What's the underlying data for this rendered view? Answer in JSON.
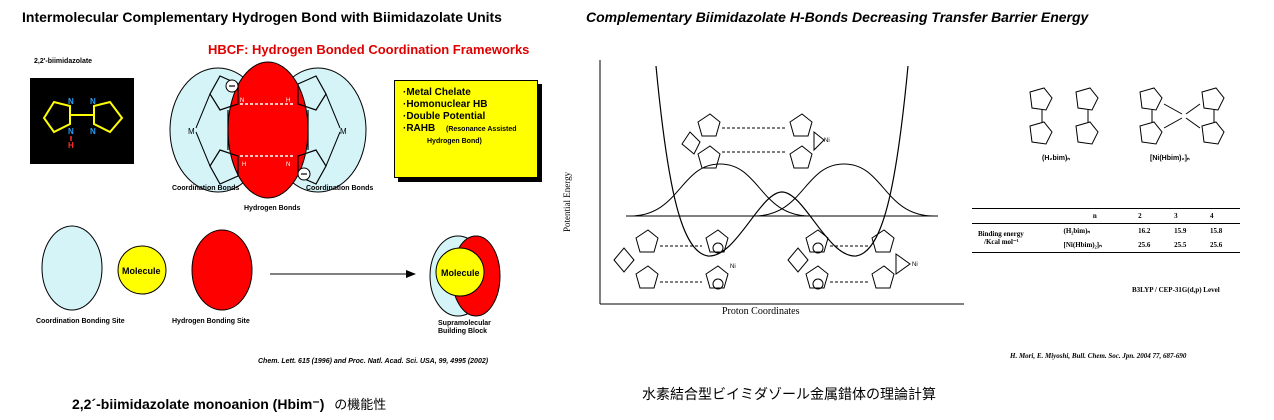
{
  "left": {
    "title": "Intermolecular Complementary Hydrogen Bond with Biimidazolate Units",
    "biimidazolate_label": "2,2'-biimidazolate",
    "hbcf_title": "HBCF: Hydrogen  Bonded Coordination Frameworks",
    "features": [
      "·Metal Chelate",
      "·Homonuclear HB",
      "·Double Potential",
      "·RAHB"
    ],
    "rahb_note_1": "(Resonance Assisted",
    "rahb_note_2": "Hydrogen Bond)",
    "coordination_bonds_left": "Coordination Bonds",
    "coordination_bonds_right": "Coordination Bonds",
    "hydrogen_bonds": "Hydrogen Bonds",
    "molecule_1": "Molecule",
    "molecule_2": "Molecule",
    "coordination_site": "Coordination Bonding Site",
    "hydrogen_site": "Hydrogen Bonding Site",
    "supramolecular_1": "Supramolecular",
    "supramolecular_2": "Building Block",
    "reference": "Chem. Lett. 615 (1996) and Proc. Natl. Acad. Sci. USA, 99, 4995 (2002)",
    "bottom_caption": "2,2´-biimidazolate monoanion (Hbim⁻)",
    "bottom_caption_jp": "の機能性"
  },
  "right": {
    "title": "Complementary Biimidazolate H-Bonds Decreasing Transfer Barrier Energy",
    "y_axis_label": "Potential Energy",
    "x_axis_label": "Proton Coordinates",
    "ni_label": "Ni",
    "structure_label_1": "(H₂bim)ₙ",
    "structure_label_2": "[Ni(Hbim)₂]ₙ",
    "table_header_n": "n",
    "table_cols": [
      "2",
      "3",
      "4"
    ],
    "binding_energy_1": "Binding energy",
    "binding_energy_2": "/Kcal mol⁻¹",
    "rows": [
      {
        "label": "(H₂bim)ₙ",
        "values": [
          "16.2",
          "15.9",
          "15.8"
        ]
      },
      {
        "label": "[Ni(Hbim)₂]ₙ",
        "values": [
          "25.6",
          "25.5",
          "25.6"
        ]
      }
    ],
    "method": "B3LYP / CEP-31G(d,p) Level",
    "reference": "H. Mori, E. Miyoshi, Bull. Chem. Soc. Jpn. 2004 77, 687-690",
    "bottom_caption_jp": "水素結合型ビイミダゾール金属錯体の理論計算"
  },
  "colors": {
    "coordination_site": "#d4f4f8",
    "hydrogen_site": "#ff0000",
    "molecule": "#ffff00",
    "hbcf_text": "#e00000",
    "chem_black_bg": "#000000",
    "nitrogen": "#2a9df4"
  }
}
